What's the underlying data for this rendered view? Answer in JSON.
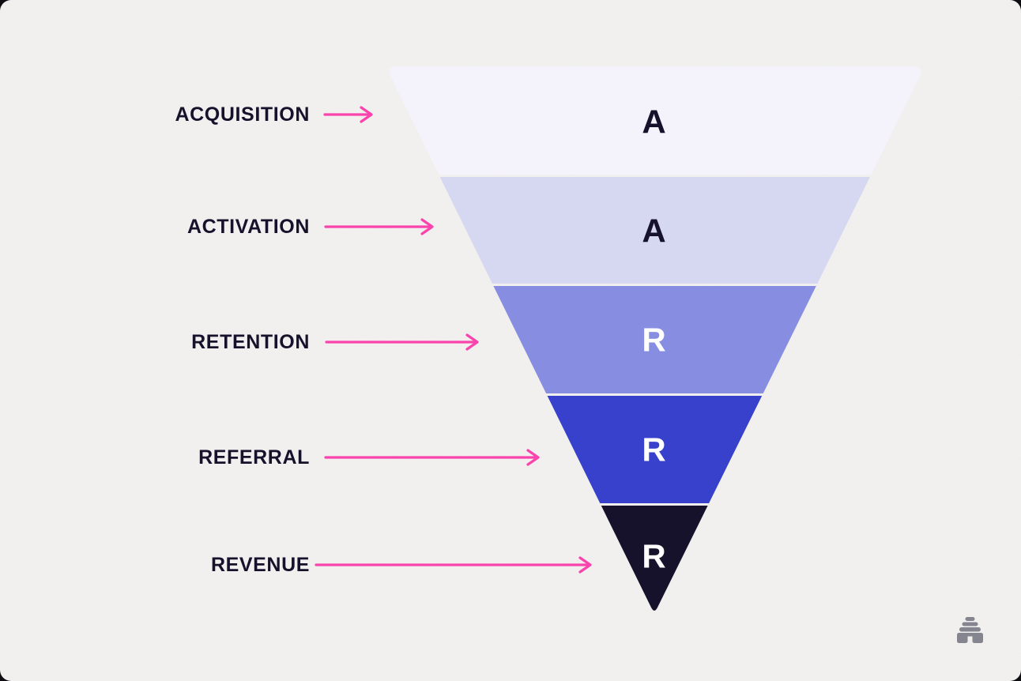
{
  "background_color": "#F2F1EF",
  "funnel": {
    "stages": [
      {
        "label": "ACQUISITION",
        "letter": "A",
        "color": "#F4F2FB",
        "letter_color": "#16122B"
      },
      {
        "label": "ACTIVATION",
        "letter": "A",
        "color": "#D6D8F2",
        "letter_color": "#16122B"
      },
      {
        "label": "RETENTION",
        "letter": "R",
        "color": "#878EE1",
        "letter_color": "#FFFFFF"
      },
      {
        "label": "REFERRAL",
        "letter": "R",
        "color": "#3841CC",
        "letter_color": "#FFFFFF"
      },
      {
        "label": "REVENUE",
        "letter": "R",
        "color": "#16122B",
        "letter_color": "#FFFFFF"
      }
    ],
    "label_color": "#16122B",
    "arrow_color": "#FA43AC"
  },
  "watermark": {
    "icon": "beehive-icon",
    "color": "#85858F"
  }
}
